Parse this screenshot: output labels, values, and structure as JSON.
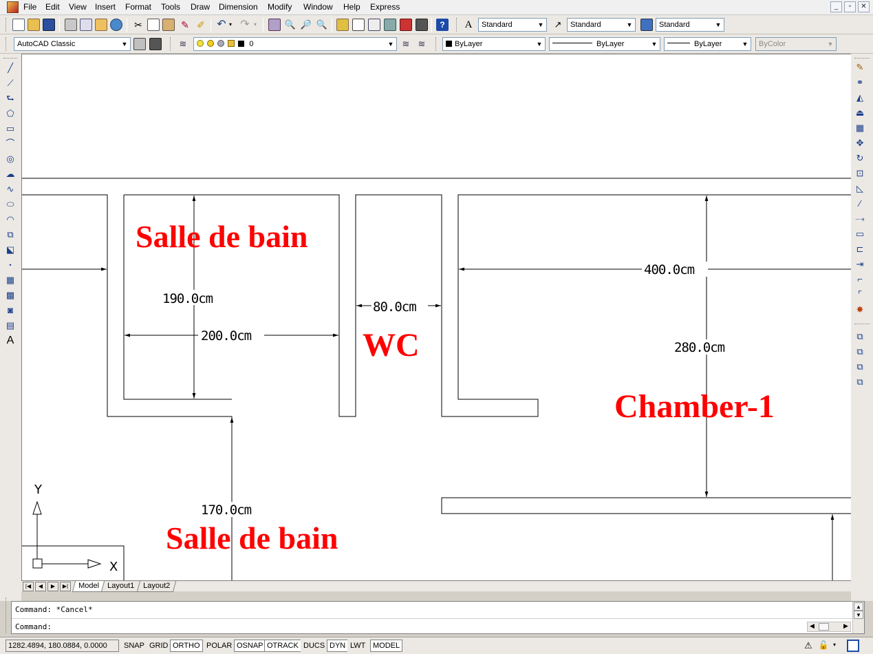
{
  "menubar": {
    "items": [
      "File",
      "Edit",
      "View",
      "Insert",
      "Format",
      "Tools",
      "Draw",
      "Dimension",
      "Modify",
      "Window",
      "Help",
      "Express"
    ],
    "window_controls": [
      "minimize-icon",
      "restore-icon",
      "close-icon"
    ]
  },
  "styles_toolbar": {
    "text_style": "Standard",
    "dim_style": "Standard",
    "table_style": "Standard"
  },
  "workspace_toolbar": {
    "workspace": "AutoCAD Classic",
    "layer": "0",
    "color": "ByLayer",
    "linetype": "ByLayer",
    "lineweight": "ByLayer",
    "plot_style": "ByColor"
  },
  "drawing": {
    "labels": {
      "salle_de_bain_top": "Salle de bain",
      "wc": "WC",
      "chamber": "Chamber-1",
      "salle_de_bain_bottom": "Salle de bain"
    },
    "dimensions": {
      "d190": "190.0cm",
      "d200": "200.0cm",
      "d80": "80.0cm",
      "d400": "400.0cm",
      "d280": "280.0cm",
      "d170": "170.0cm"
    },
    "ucs": {
      "x": "X",
      "y": "Y"
    }
  },
  "layout_tabs": [
    "Model",
    "Layout1",
    "Layout2"
  ],
  "command": {
    "history": "Command: *Cancel*",
    "prompt": "Command:"
  },
  "statusbar": {
    "coordinates": "1282.4894, 180.0884, 0.0000",
    "toggles": [
      "SNAP",
      "GRID",
      "ORTHO",
      "POLAR",
      "OSNAP",
      "OTRACK",
      "DUCS",
      "DYN",
      "LWT",
      "MODEL"
    ],
    "active": [
      "ORTHO",
      "OSNAP",
      "OTRACK",
      "DYN",
      "MODEL"
    ]
  },
  "colors": {
    "accent_red": "#ff0000",
    "toolbar_bg": "#ece9e4"
  }
}
